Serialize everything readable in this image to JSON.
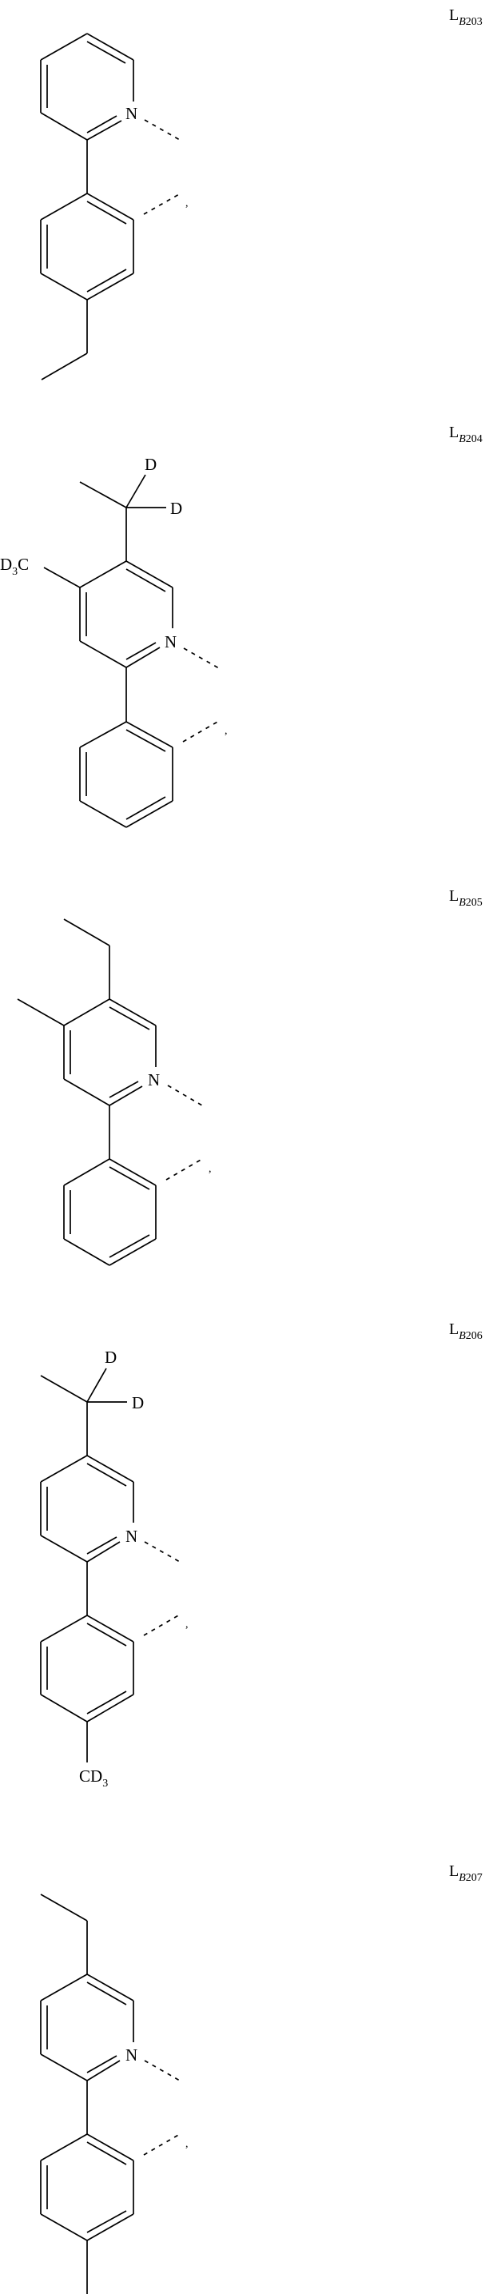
{
  "document": {
    "type": "patent chemical structure listing",
    "entries": [
      {
        "label_main": "L",
        "label_sub_italic": "B",
        "label_sub_num": "203",
        "substituents": [
          "ethyl (para position on phenyl)"
        ],
        "atoms": [
          "N"
        ]
      },
      {
        "label_main": "L",
        "label_sub_italic": "B",
        "label_sub_num": "204",
        "substituents": [
          "CD2CH3 on pyridine",
          "CD3 on pyridine"
        ],
        "atoms": [
          "N",
          "D",
          "D",
          "D3C"
        ]
      },
      {
        "label_main": "L",
        "label_sub_italic": "B",
        "label_sub_num": "205",
        "substituents": [
          "ethyl on pyridine",
          "methyl on pyridine"
        ],
        "atoms": [
          "N"
        ]
      },
      {
        "label_main": "L",
        "label_sub_italic": "B",
        "label_sub_num": "206",
        "substituents": [
          "CD2CH3 on pyridine",
          "CD3 on phenyl"
        ],
        "atoms": [
          "N",
          "D",
          "D",
          "CD3"
        ]
      },
      {
        "label_main": "L",
        "label_sub_italic": "B",
        "label_sub_num": "207",
        "substituents": [
          "ethyl on pyridine",
          "methyl on phenyl"
        ],
        "atoms": [
          "N"
        ]
      }
    ],
    "atom_text": {
      "N": "N",
      "D": "D",
      "D3C_D": "D",
      "D3C_3": "3",
      "D3C_C": "C",
      "CD3_CD": "CD",
      "CD3_3": "3",
      "comma": ","
    }
  }
}
